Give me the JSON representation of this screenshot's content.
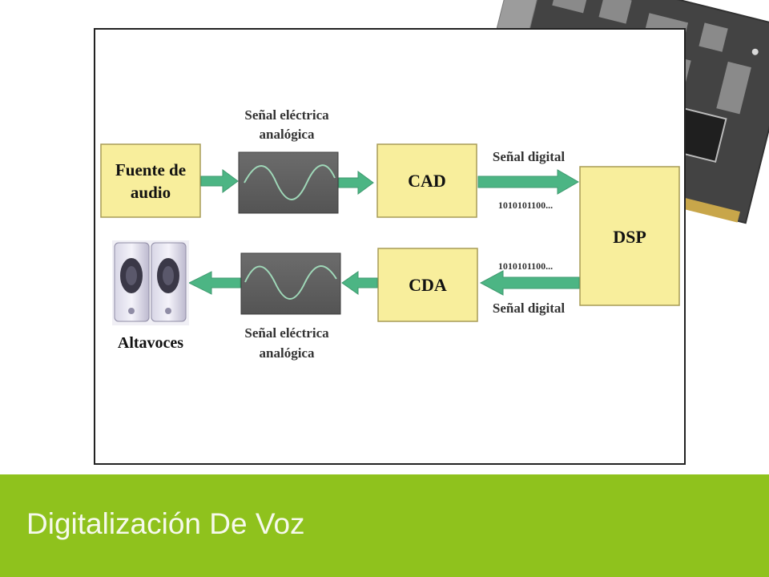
{
  "slide": {
    "title": "Digitalización De Voz"
  },
  "diagram": {
    "blocks": {
      "source": {
        "line1": "Fuente de",
        "line2": "audio"
      },
      "cad": "CAD",
      "dsp": "DSP",
      "cda": "CDA"
    },
    "labels": {
      "analog_top_line1": "Señal eléctrica",
      "analog_top_line2": "analógica",
      "analog_bottom_line1": "Señal eléctrica",
      "analog_bottom_line2": "analógica",
      "digital_top": "Señal digital",
      "bits_top": "1010101100...",
      "digital_bottom": "Señal digital",
      "bits_bottom": "1010101100...",
      "speakers": "Altavoces"
    }
  },
  "colors": {
    "block_fill": "#f8ee9c",
    "arrow": "#4cb584",
    "footer": "#8fc21d",
    "scope_screen": "#5f5f5f",
    "wave": "#9fd8b8"
  },
  "icons": [
    "sound-card-image",
    "speakers-image",
    "oscilloscope-screen"
  ]
}
